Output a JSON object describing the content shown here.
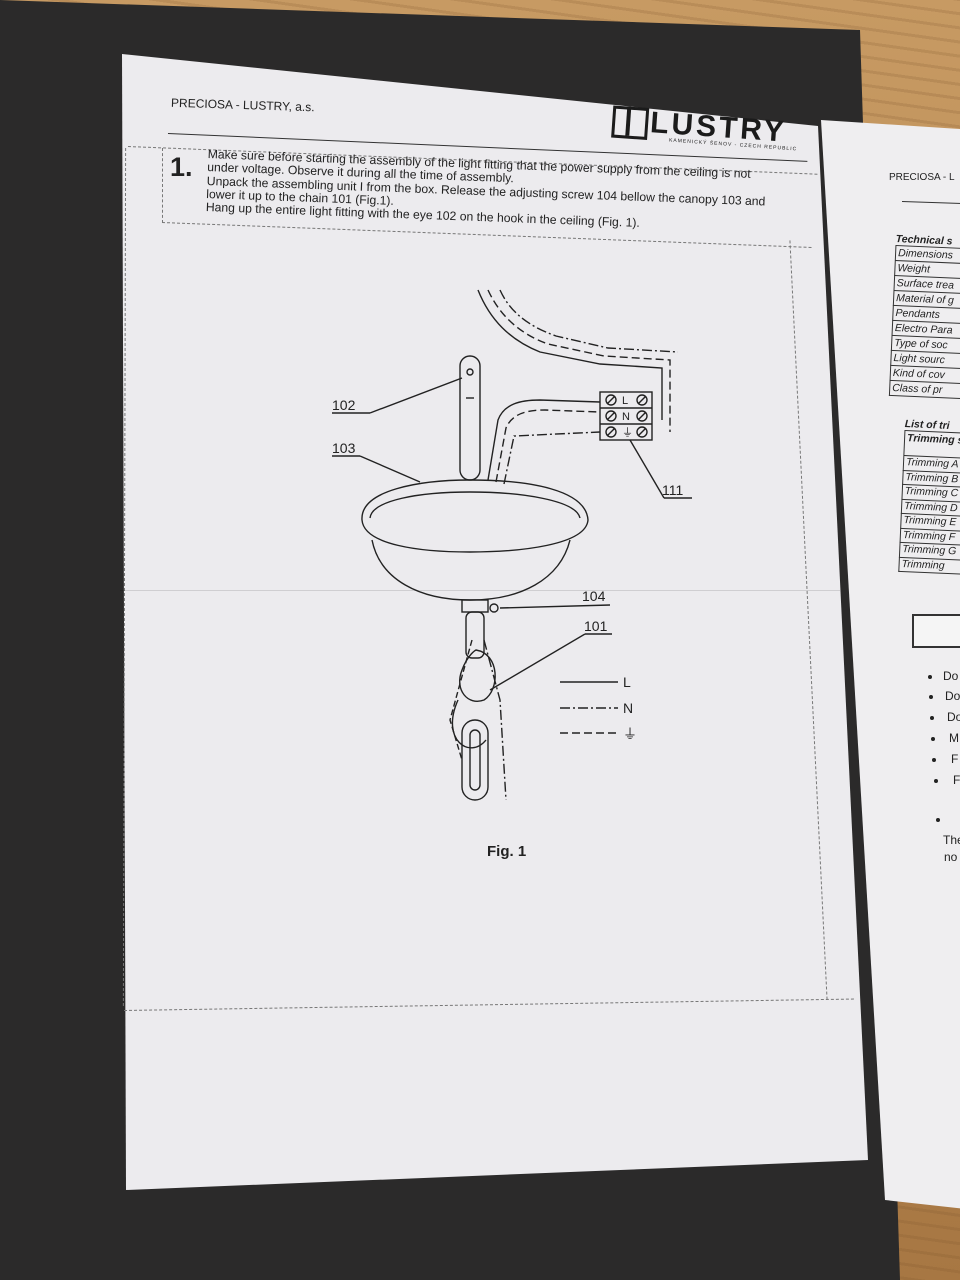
{
  "header": {
    "company": "PRECIOSA - LUSTRY, a.s.",
    "logo_word": "LUSTRY",
    "logo_sub": "KAMENICKÝ ŠENOV - CZECH REPUBLIC"
  },
  "step": {
    "number": "1.",
    "lines": [
      "Make sure before starting the assembly of the light fitting that the power supply from the ceiling is not",
      "under voltage. Observe it during all the time of assembly.",
      "Unpack the assembling unit I from the box. Release the adjusting screw 104 bellow the canopy 103 and",
      "lower it up to the chain 101 (Fig.1).",
      "Hang up the entire light fitting with the eye 102 on the hook in the ceiling (Fig. 1)."
    ]
  },
  "figure": {
    "labels": {
      "eye": "102",
      "canopy": "103",
      "terminal": "111",
      "screw": "104",
      "chain": "101"
    },
    "terminal_marks": [
      "L",
      "N",
      "⏚"
    ],
    "legend": [
      {
        "style": "solid",
        "label": "L"
      },
      {
        "style": "dashdot",
        "label": "N"
      },
      {
        "style": "dashed",
        "label": "⏚"
      }
    ],
    "caption": "Fig. 1"
  },
  "right_page": {
    "header": "PRECIOSA - L",
    "tech_title": "Technical s",
    "tech_rows": [
      "Dimensions",
      "Weight",
      "Surface trea",
      "Material of g",
      "Pendants",
      "Electro Para",
      "Type of soc",
      "Light sourc",
      "Kind of cov",
      "Class of pr"
    ],
    "list_title": "List of tri",
    "list_header": "Trimming s",
    "list_rows": [
      "Trimming A",
      "Trimming B",
      "Trimming C",
      "Trimming D",
      "Trimming E",
      "Trimming F",
      "Trimming G",
      "Trimming"
    ],
    "bullets": [
      "Do",
      "Do",
      "Do",
      "M",
      "F",
      "F",
      ""
    ],
    "footer_lines": [
      "The",
      "no"
    ]
  }
}
